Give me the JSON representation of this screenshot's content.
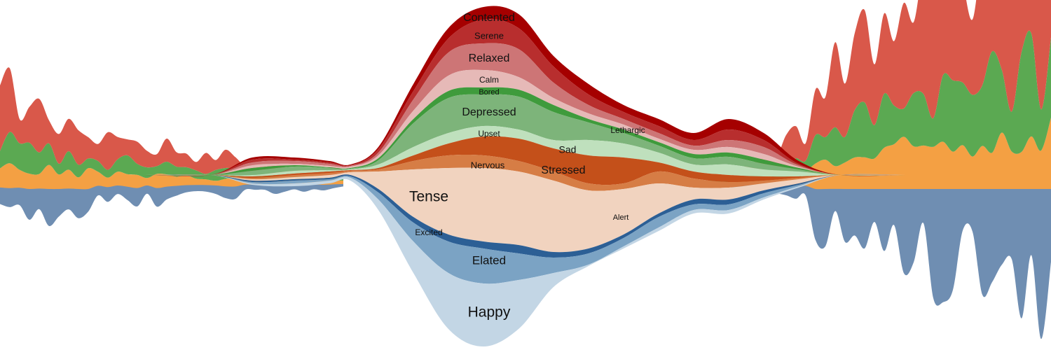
{
  "chart_data": {
    "type": "area",
    "subtype": "streamgraph",
    "title": "",
    "xlabel": "",
    "ylabel": "",
    "axes_shown": false,
    "grid": false,
    "legend": "none",
    "labels": [
      {
        "id": "contented",
        "text": "Contented"
      },
      {
        "id": "serene",
        "text": "Serene"
      },
      {
        "id": "relaxed",
        "text": "Relaxed"
      },
      {
        "id": "calm",
        "text": "Calm"
      },
      {
        "id": "bored",
        "text": "Bored"
      },
      {
        "id": "depressed",
        "text": "Depressed"
      },
      {
        "id": "lethargic",
        "text": "Lethargic"
      },
      {
        "id": "upset",
        "text": "Upset"
      },
      {
        "id": "sad",
        "text": "Sad"
      },
      {
        "id": "nervous",
        "text": "Nervous"
      },
      {
        "id": "stressed",
        "text": "Stressed"
      },
      {
        "id": "tense",
        "text": "Tense"
      },
      {
        "id": "alert",
        "text": "Alert"
      },
      {
        "id": "excited",
        "text": "Excited"
      },
      {
        "id": "elated",
        "text": "Elated"
      },
      {
        "id": "happy",
        "text": "Happy"
      }
    ],
    "colors": {
      "contented": "#a50000",
      "serene": "#b82e2e",
      "relaxed": "#cd7576",
      "calm": "#e6b9b7",
      "bored": "#3f9b3c",
      "depressed": "#7db47a",
      "lethargic": "#1e7a19",
      "sad": "#bfe0bd",
      "upset": "#c4501a",
      "stressed": "#d67d45",
      "nervous": "#e8a070",
      "tense": "#f1d3bf",
      "alert": "#2c5f95",
      "excited": "#3e6d9a",
      "elated": "#7ba3c4",
      "happy": "#c3d6e5",
      "side_red": "#d9584a",
      "side_green": "#5ba952",
      "side_orange": "#f4a043",
      "side_blue": "#6f8eb2"
    }
  }
}
